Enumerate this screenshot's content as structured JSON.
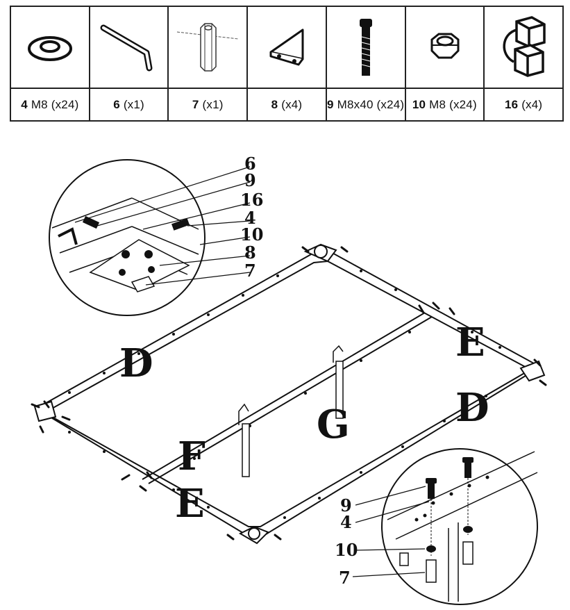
{
  "parts": [
    {
      "number": "4",
      "spec": "M8 (x24)",
      "icon": "washer-icon"
    },
    {
      "number": "6",
      "spec": "(x1)",
      "icon": "hex-key-icon"
    },
    {
      "number": "7",
      "spec": "(x1)",
      "icon": "hex-spacer-icon"
    },
    {
      "number": "8",
      "spec": "(x4)",
      "icon": "corner-bracket-icon"
    },
    {
      "number": "9",
      "spec": "M8x40 (x24)",
      "icon": "bolt-icon"
    },
    {
      "number": "10",
      "spec": "M8 (x24)",
      "icon": "nut-icon"
    },
    {
      "number": "16",
      "spec": "(x4)",
      "icon": "corner-cap-icon"
    }
  ],
  "diagram": {
    "corner_callouts": [
      "6",
      "9",
      "16",
      "4",
      "10",
      "8",
      "7"
    ],
    "leg_callouts": [
      "9",
      "4",
      "10",
      "7"
    ],
    "frame_labels": {
      "left_long": "D",
      "right_long": "D",
      "top_short": "E",
      "bottom_short": "E",
      "center_rail": "G",
      "left_end": "F"
    }
  }
}
